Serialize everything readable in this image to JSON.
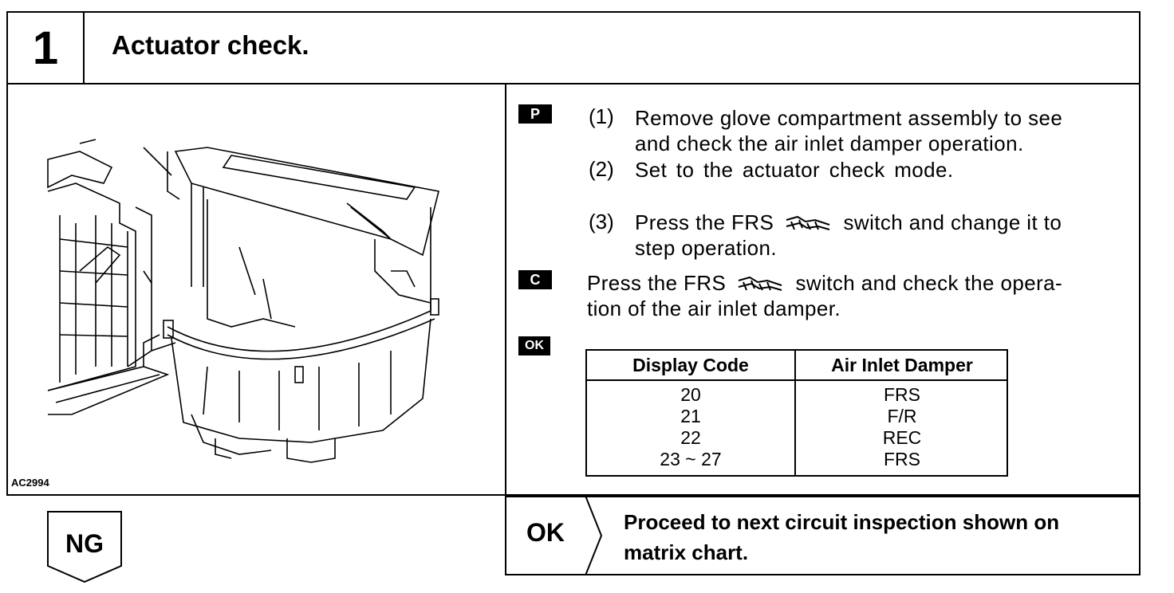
{
  "step": {
    "number": "1",
    "title": "Actuator check."
  },
  "figure": {
    "label": "AC2994",
    "icon": "heater-blower-unit-drawing"
  },
  "procedure": {
    "prep_tag": "P",
    "steps": [
      {
        "num": "(1)",
        "text_line1": "Remove glove compartment assembly to see",
        "text_line2": "and check the air inlet damper operation."
      },
      {
        "num": "(2)",
        "text_line1": "Set to the actuator check mode."
      },
      {
        "num": "(3)",
        "text_before": "Press the FRS",
        "text_after": "switch and change it to",
        "text_line2": "step operation."
      }
    ],
    "check_tag": "C",
    "check_before": "Press the FRS",
    "check_after": "switch and check the opera-",
    "check_line2": "tion of the air inlet damper.",
    "frs_icon": "fresh-air-icon",
    "ok_tag": "OK"
  },
  "table": {
    "headers": [
      "Display Code",
      "Air Inlet Damper"
    ],
    "rows": [
      [
        "20",
        "FRS"
      ],
      [
        "21",
        "F/R"
      ],
      [
        "22",
        "REC"
      ],
      [
        "23 ~ 27",
        "FRS"
      ]
    ]
  },
  "result": {
    "ok_label": "OK",
    "ok_text_line1": "Proceed to next circuit inspection shown on",
    "ok_text_line2": "matrix chart.",
    "ng_label": "NG"
  }
}
